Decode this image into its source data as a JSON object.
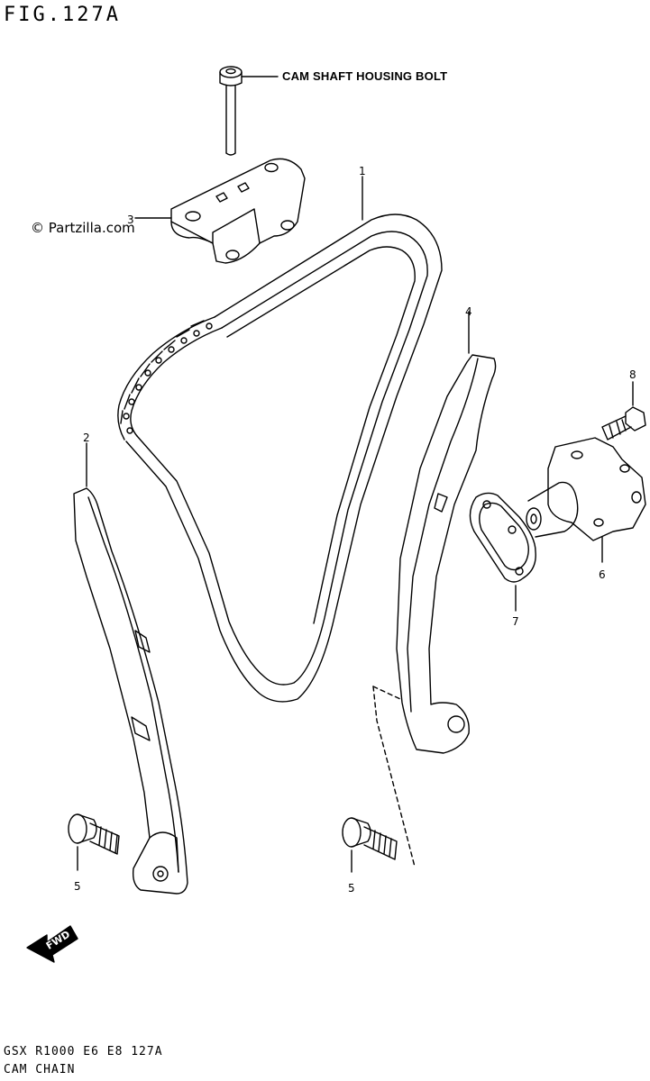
{
  "figure_title": "FIG.127A",
  "watermark": "© Partzilla.com",
  "callout_label": "CAM SHAFT HOUSING BOLT",
  "parts": [
    {
      "ref": "1",
      "name": "cam-chain"
    },
    {
      "ref": "2",
      "name": "tensioner-guide"
    },
    {
      "ref": "3",
      "name": "cam-chain-guide"
    },
    {
      "ref": "4",
      "name": "chain-guide"
    },
    {
      "ref": "5",
      "name": "guide-bolt"
    },
    {
      "ref": "5",
      "name": "guide-bolt"
    },
    {
      "ref": "6",
      "name": "tensioner-adjuster"
    },
    {
      "ref": "7",
      "name": "gasket"
    },
    {
      "ref": "8",
      "name": "adjuster-bolt"
    }
  ],
  "fwd_label": "FWD",
  "footer": {
    "code": "GSX R1000 E6 E8 127A",
    "name": "CAM CHAIN"
  }
}
